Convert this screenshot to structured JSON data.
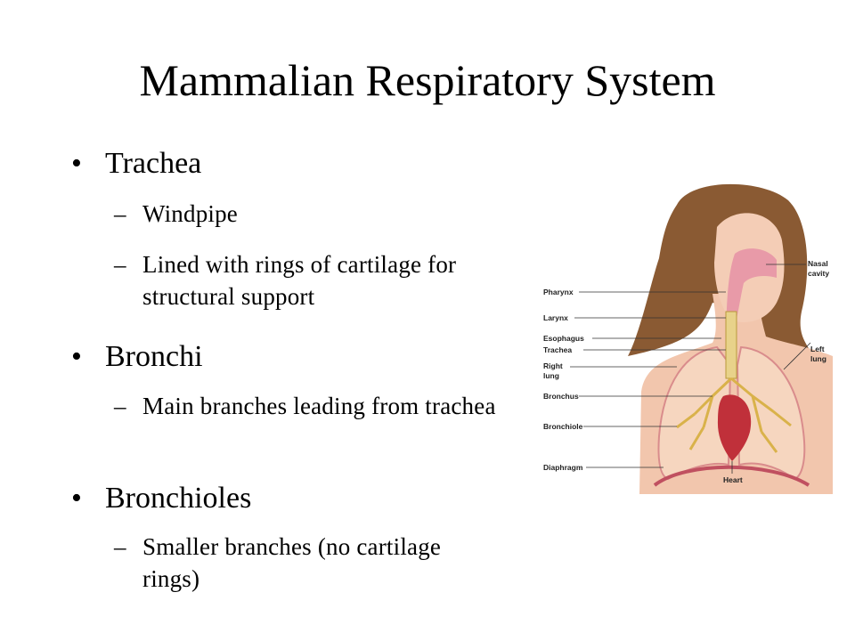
{
  "slide": {
    "title": "Mammalian Respiratory System",
    "bullet_glyph": "•",
    "dash_glyph": "–",
    "bullets": [
      {
        "text": "Trachea",
        "subs": [
          "Windpipe",
          "Lined with rings of cartilage for structural support"
        ]
      },
      {
        "text": "Bronchi",
        "subs": [
          "Main branches leading from trachea"
        ]
      },
      {
        "text": "Bronchioles",
        "subs": [
          "Smaller branches (no cartilage rings)"
        ]
      }
    ]
  },
  "figure": {
    "labels_left": [
      "Pharynx",
      "Larynx",
      "Esophagus",
      "Trachea",
      "Right",
      "lung",
      "Bronchus",
      "Bronchiole",
      "Diaphragm"
    ],
    "labels_right": [
      "Nasal",
      "cavity",
      "Left",
      "lung",
      "Heart"
    ]
  },
  "colors": {
    "text": "#000000",
    "background": "#ffffff"
  }
}
